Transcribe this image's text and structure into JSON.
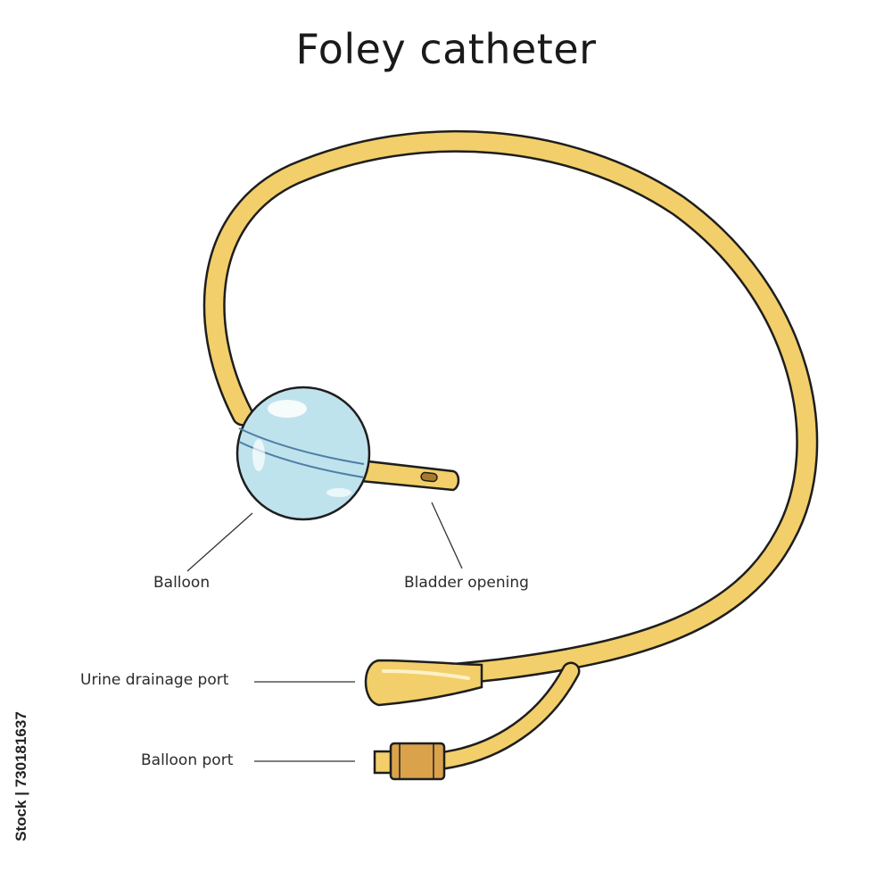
{
  "title": "Foley catheter",
  "labels": {
    "balloon": "Balloon",
    "bladder_opening": "Bladder opening",
    "urine_drainage_port": "Urine drainage port",
    "balloon_port": "Balloon port"
  },
  "stock_id": "Stock | 730181637",
  "colors": {
    "tube_fill": "#F2CF6A",
    "outline": "#1E1E1E",
    "balloon_fill": "#BFE3EC",
    "balloon_port_fill": "#D9A24B",
    "leader_line": "#333333"
  }
}
